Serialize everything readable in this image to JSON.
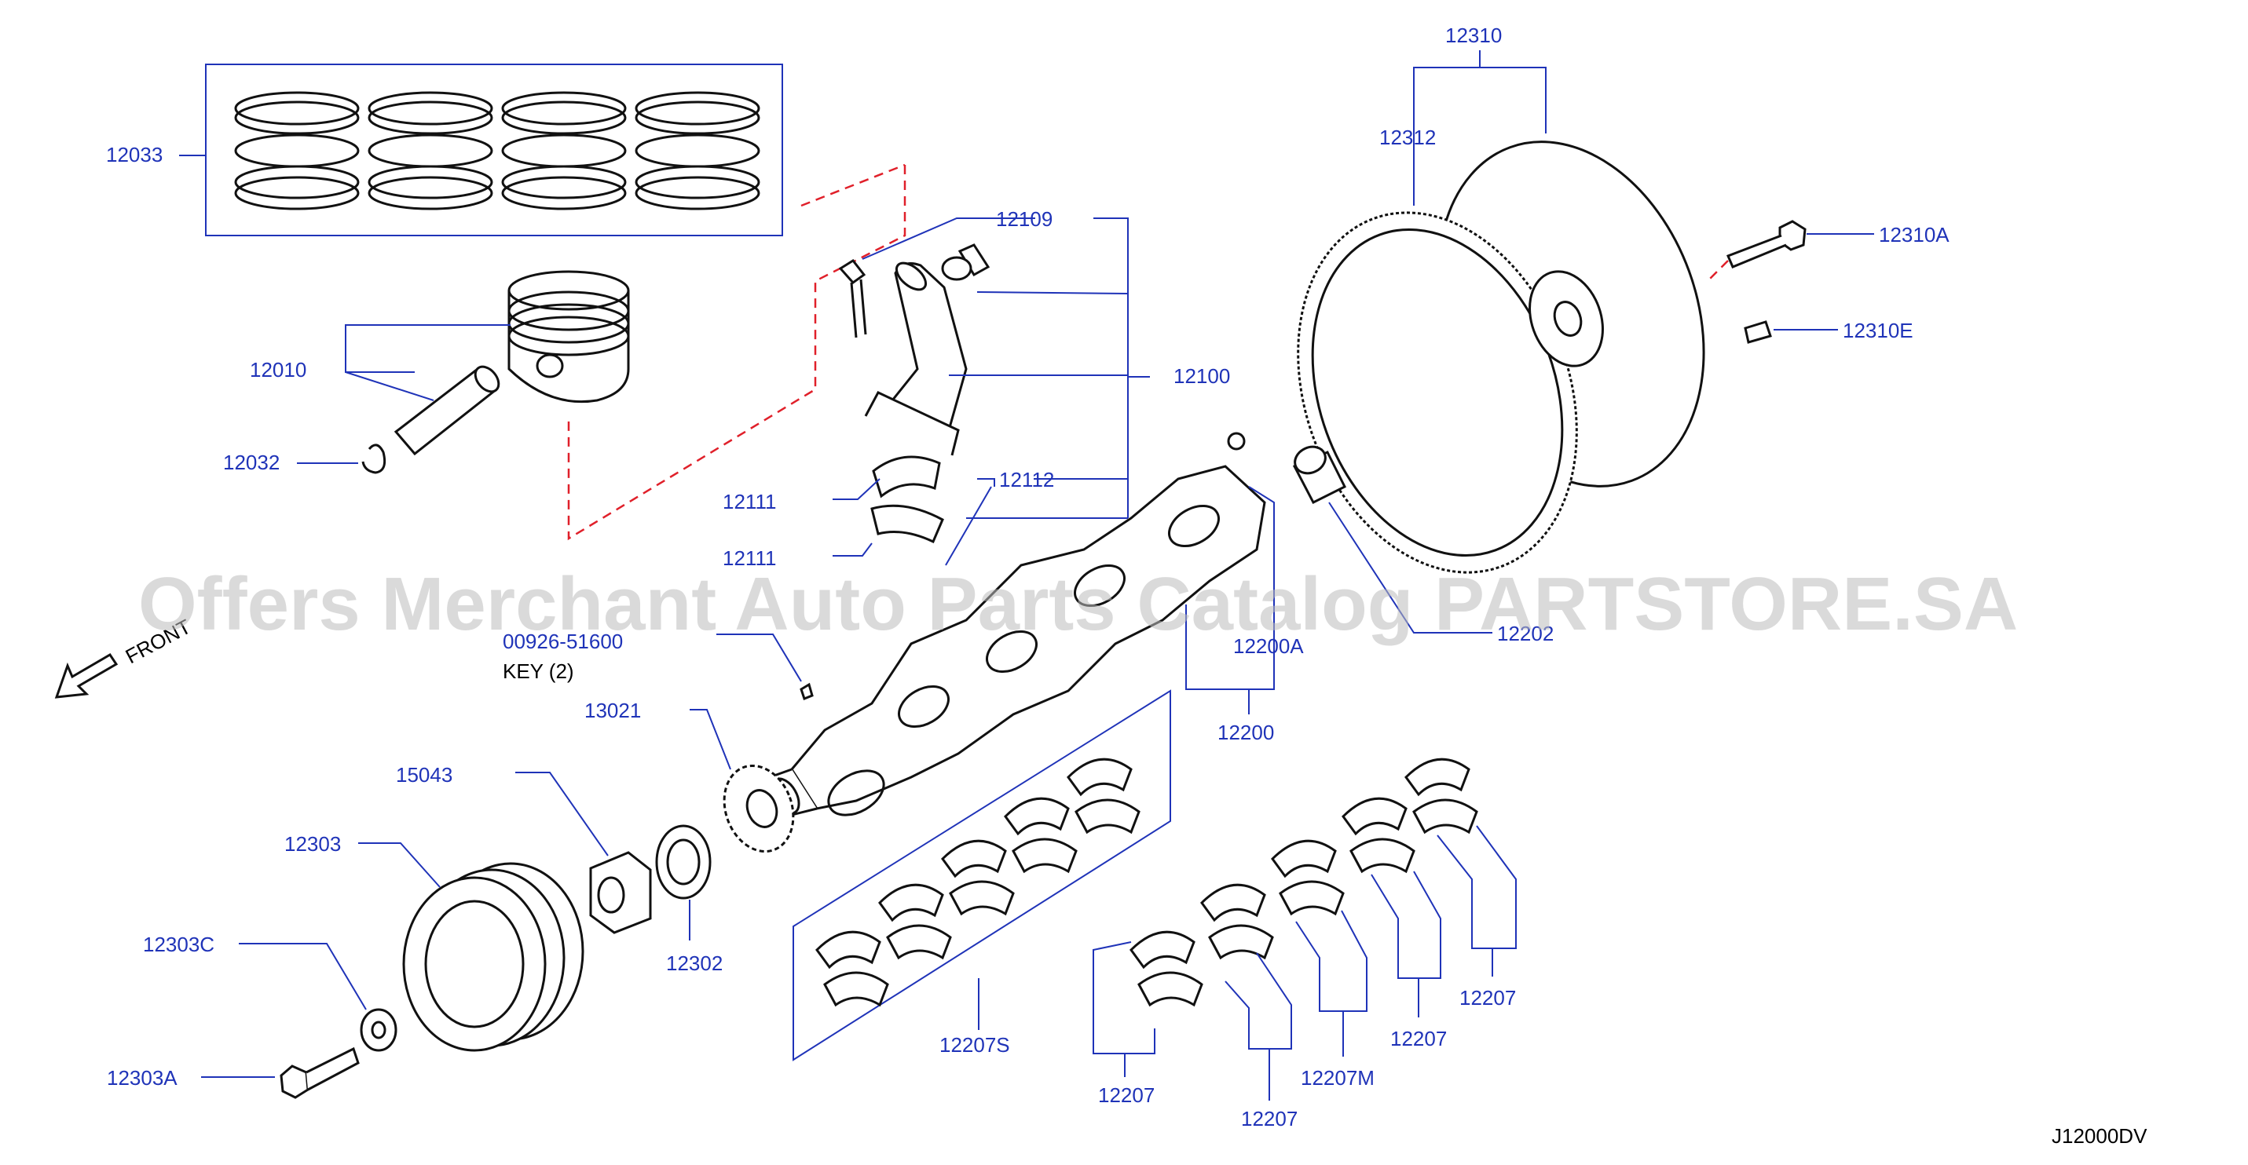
{
  "diagram": {
    "code": "J12000DV",
    "watermark": "Offers Merchant Auto Parts Catalog PARTSTORE.SA",
    "front_label": "FRONT",
    "key_note": "KEY    (2)",
    "parts": {
      "p12033": "12033",
      "p12010": "12010",
      "p12032": "12032",
      "p12109": "12109",
      "p12100": "12100",
      "p12111a": "12111",
      "p12111b": "12111",
      "p12112": "12112",
      "p00926": "00926-51600",
      "p13021": "13021",
      "p15043": "15043",
      "p12303": "12303",
      "p12303C": "12303C",
      "p12303A": "12303A",
      "p12302": "12302",
      "p12310": "12310",
      "p12312": "12312",
      "p12310A": "12310A",
      "p12310E": "12310E",
      "p12200A": "12200A",
      "p12200": "12200",
      "p12202": "12202",
      "p12207S": "12207S",
      "p12207a": "12207",
      "p12207b": "12207",
      "p12207c": "12207",
      "p12207d": "12207",
      "p12207M": "12207M"
    }
  }
}
